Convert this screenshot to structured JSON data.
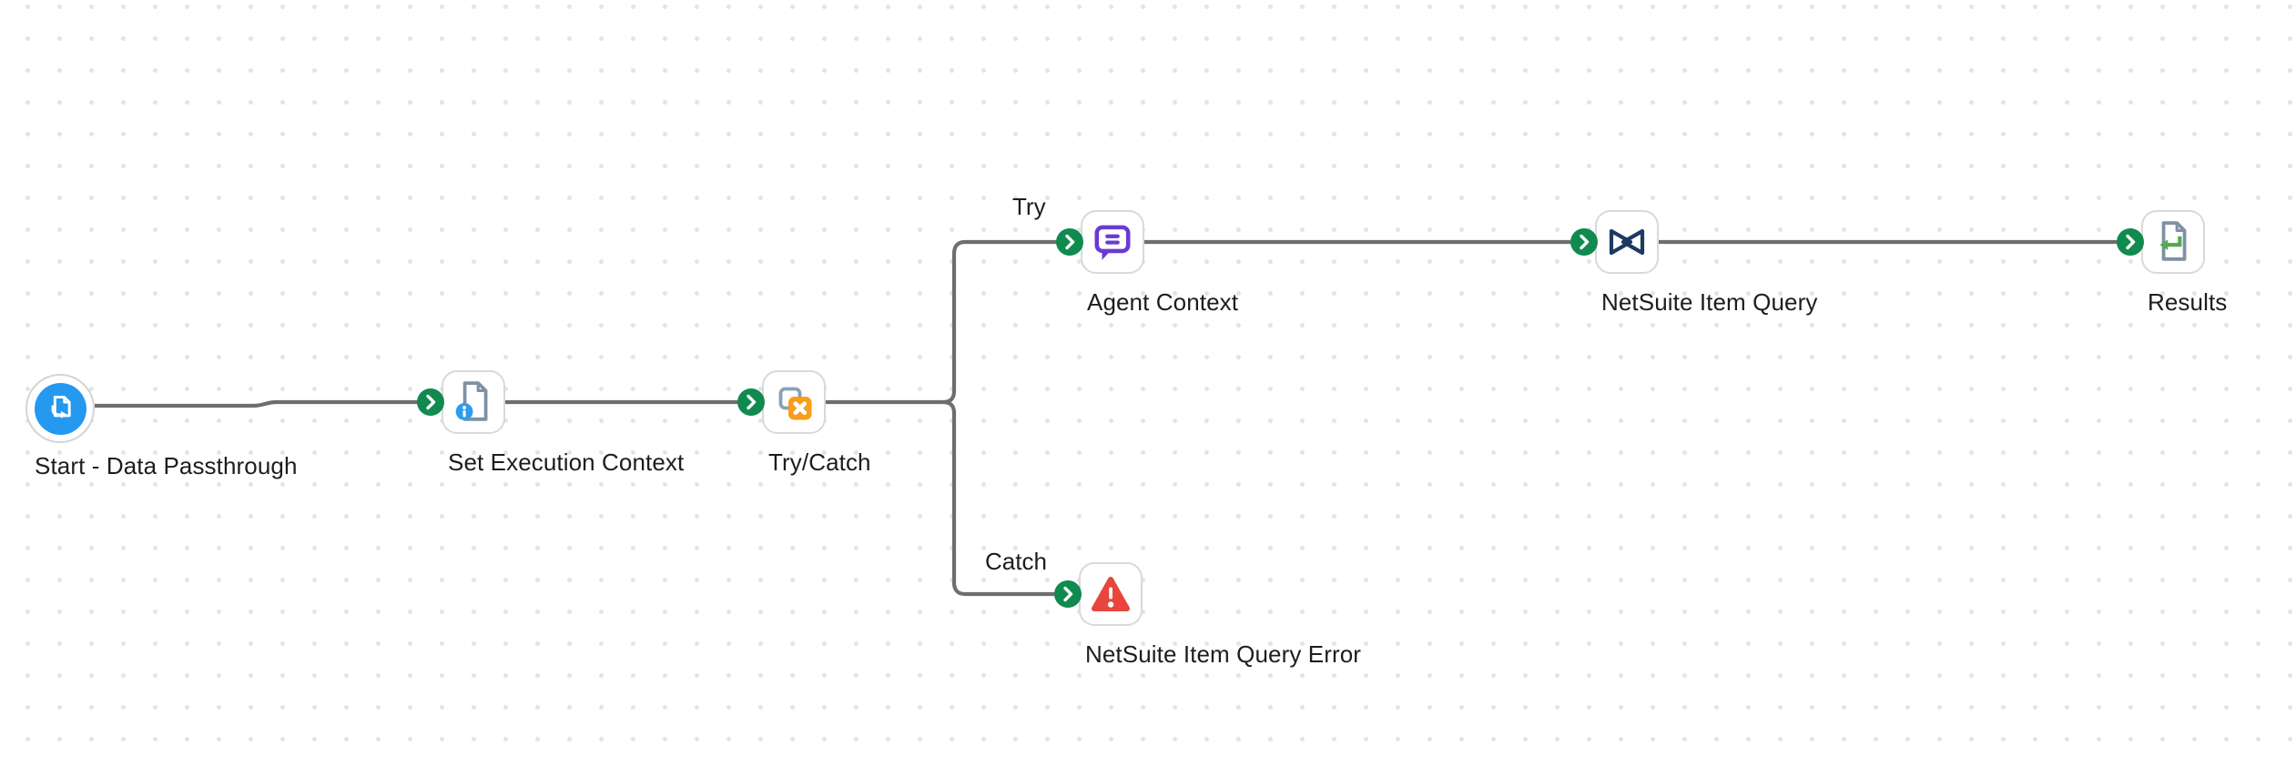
{
  "canvas": {
    "type": "workflow-editor-canvas",
    "background_color": "#ffffff",
    "dot_grid_color": "#e4e4e4",
    "connector_color": "#6e6e6e"
  },
  "colors": {
    "port_green": "#108a4f",
    "start_blue": "#2598f0",
    "info_badge_blue": "#2d9de9",
    "document_slate": "#7e91a5",
    "try_catch_orange": "#f89e1a",
    "agent_purple": "#6a3ad3",
    "netsuite_navy": "#1e3a61",
    "error_red": "#e8453c",
    "results_arrow_green": "#55aa4f",
    "node_border": "#d9d9d9",
    "label_text": "#1d1d1d"
  },
  "workflow": {
    "branches": {
      "try": "Try",
      "catch": "Catch"
    },
    "nodes": [
      {
        "label": "Start - Data Passthrough",
        "icon": "data-passthrough-icon",
        "shape": "circle"
      },
      {
        "label": "Set Execution Context",
        "icon": "document-info-icon",
        "shape": "rounded-square"
      },
      {
        "label": "Try/Catch",
        "icon": "try-catch-icon",
        "shape": "rounded-square"
      },
      {
        "label": "Agent Context",
        "icon": "chat-bubble-icon",
        "shape": "rounded-square",
        "branch": "Try"
      },
      {
        "label": "NetSuite Item Query",
        "icon": "netsuite-bowtie-icon",
        "shape": "rounded-square"
      },
      {
        "label": "Results",
        "icon": "document-return-icon",
        "shape": "rounded-square"
      },
      {
        "label": "NetSuite Item Query Error",
        "icon": "error-warning-icon",
        "shape": "rounded-square",
        "branch": "Catch"
      }
    ],
    "edges": [
      {
        "from": "Start - Data Passthrough",
        "to": "Set Execution Context"
      },
      {
        "from": "Set Execution Context",
        "to": "Try/Catch"
      },
      {
        "from": "Try/Catch",
        "to": "Agent Context",
        "branch": "Try"
      },
      {
        "from": "Agent Context",
        "to": "NetSuite Item Query"
      },
      {
        "from": "NetSuite Item Query",
        "to": "Results"
      },
      {
        "from": "Try/Catch",
        "to": "NetSuite Item Query Error",
        "branch": "Catch"
      }
    ]
  }
}
